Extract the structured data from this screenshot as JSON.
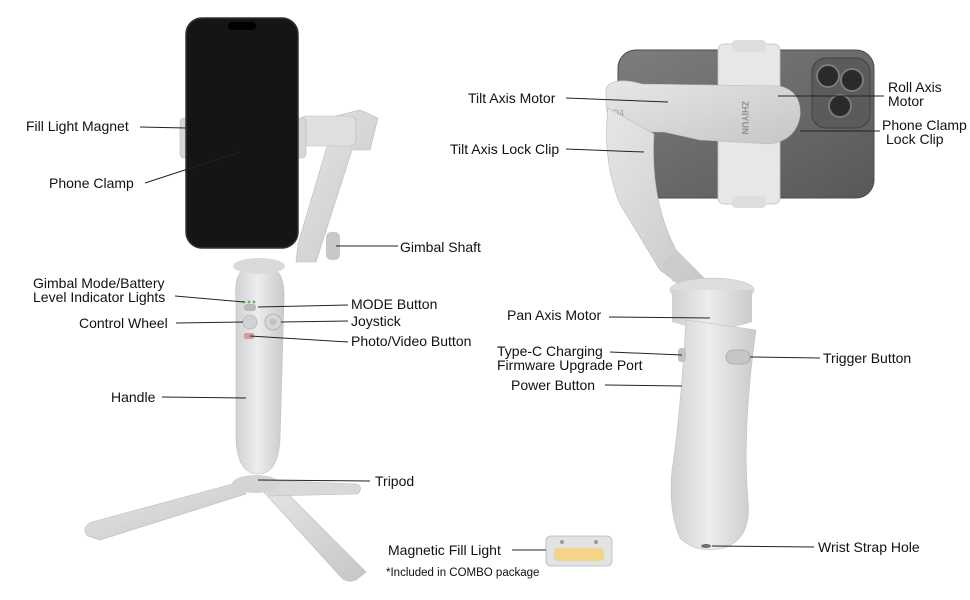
{
  "labels": {
    "fill_light_magnet": "Fill Light Magnet",
    "phone_clamp": "Phone Clamp",
    "gimbal_shaft": "Gimbal Shaft",
    "gimbal_mode_line1": "Gimbal Mode/Battery",
    "gimbal_mode_line2": "Level Indicator Lights",
    "mode_button": "MODE Button",
    "control_wheel": "Control Wheel",
    "joystick": "Joystick",
    "photo_video_button": "Photo/Video Button",
    "handle": "Handle",
    "tripod": "Tripod",
    "magnetic_fill_light": "Magnetic Fill Light",
    "combo_note": "*Included in COMBO package",
    "tilt_axis_motor": "Tilt Axis Motor",
    "tilt_axis_lock_clip": "Tilt Axis Lock Clip",
    "roll_axis_motor_line1": "Roll Axis",
    "roll_axis_motor_line2": "Motor",
    "phone_clamp_lock_clip_line1": "Phone Clamp",
    "phone_clamp_lock_clip_line2": "Lock Clip",
    "pan_axis_motor": "Pan Axis Motor",
    "trigger_button": "Trigger Button",
    "typec_line1": "Type-C Charging",
    "typec_line2": "Firmware Upgrade Port",
    "power_button": "Power Button",
    "wrist_strap_hole": "Wrist Strap Hole"
  },
  "brand_mark": "ZHIYUN",
  "model_mark": "Q4",
  "colors": {
    "body": "#e4e5e6",
    "body_shade": "#c9cbcd",
    "screen": "#151515",
    "phone_back": "#6d6e70",
    "lens": "#2a2a2c",
    "fill_light": "#f4d48a"
  }
}
